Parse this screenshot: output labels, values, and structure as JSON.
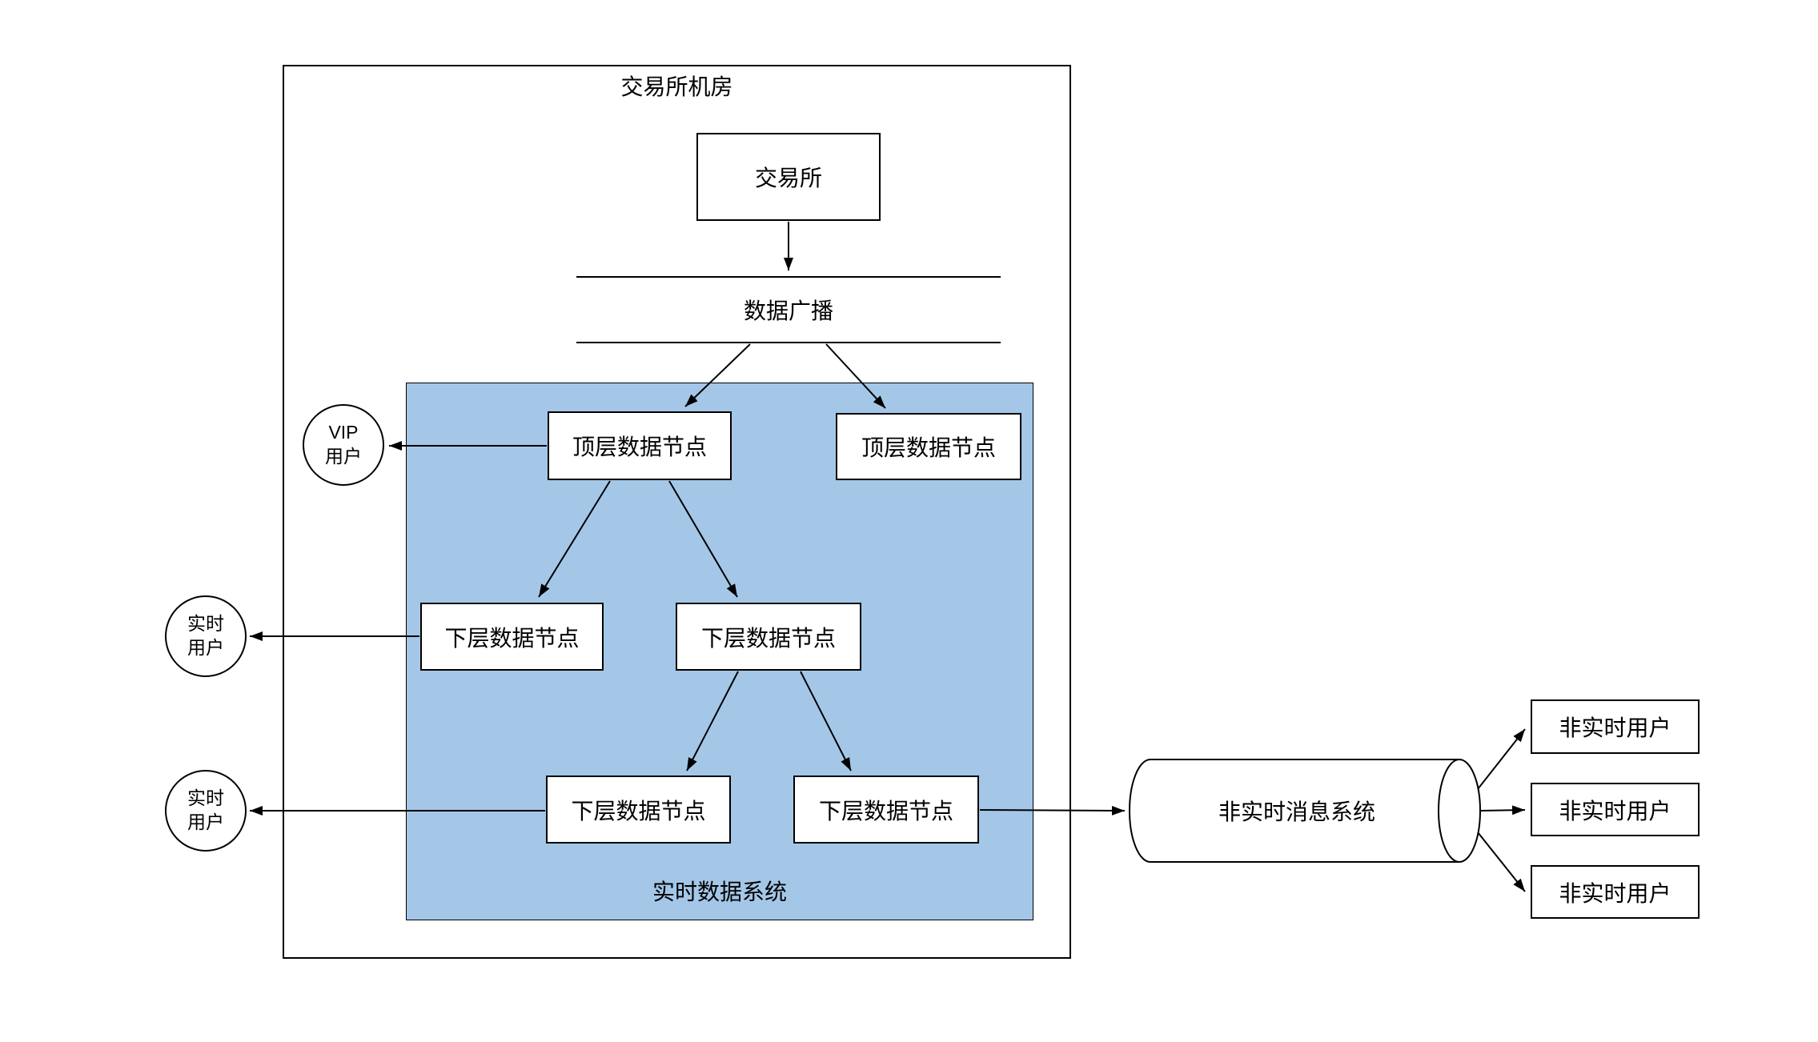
{
  "diagram": {
    "outer_box_label": "交易所机房",
    "exchange_label": "交易所",
    "broadcast_label": "数据广播",
    "realtime_system_label": "实时数据系统",
    "top_nodes": [
      "顶层数据节点",
      "顶层数据节点"
    ],
    "lower_nodes": [
      "下层数据节点",
      "下层数据节点",
      "下层数据节点",
      "下层数据节点"
    ],
    "vip_user": {
      "line1": "VIP",
      "line2": "用户"
    },
    "realtime_user_1": {
      "line1": "实时",
      "line2": "用户"
    },
    "realtime_user_2": {
      "line1": "实时",
      "line2": "用户"
    },
    "message_system_label": "非实时消息系统",
    "non_realtime_users": [
      "非实时用户",
      "非实时用户",
      "非实时用户"
    ],
    "colors": {
      "realtime_system_fill": "#A4C7E7",
      "stroke": "#000000",
      "node_fill": "#FFFFFF"
    }
  }
}
